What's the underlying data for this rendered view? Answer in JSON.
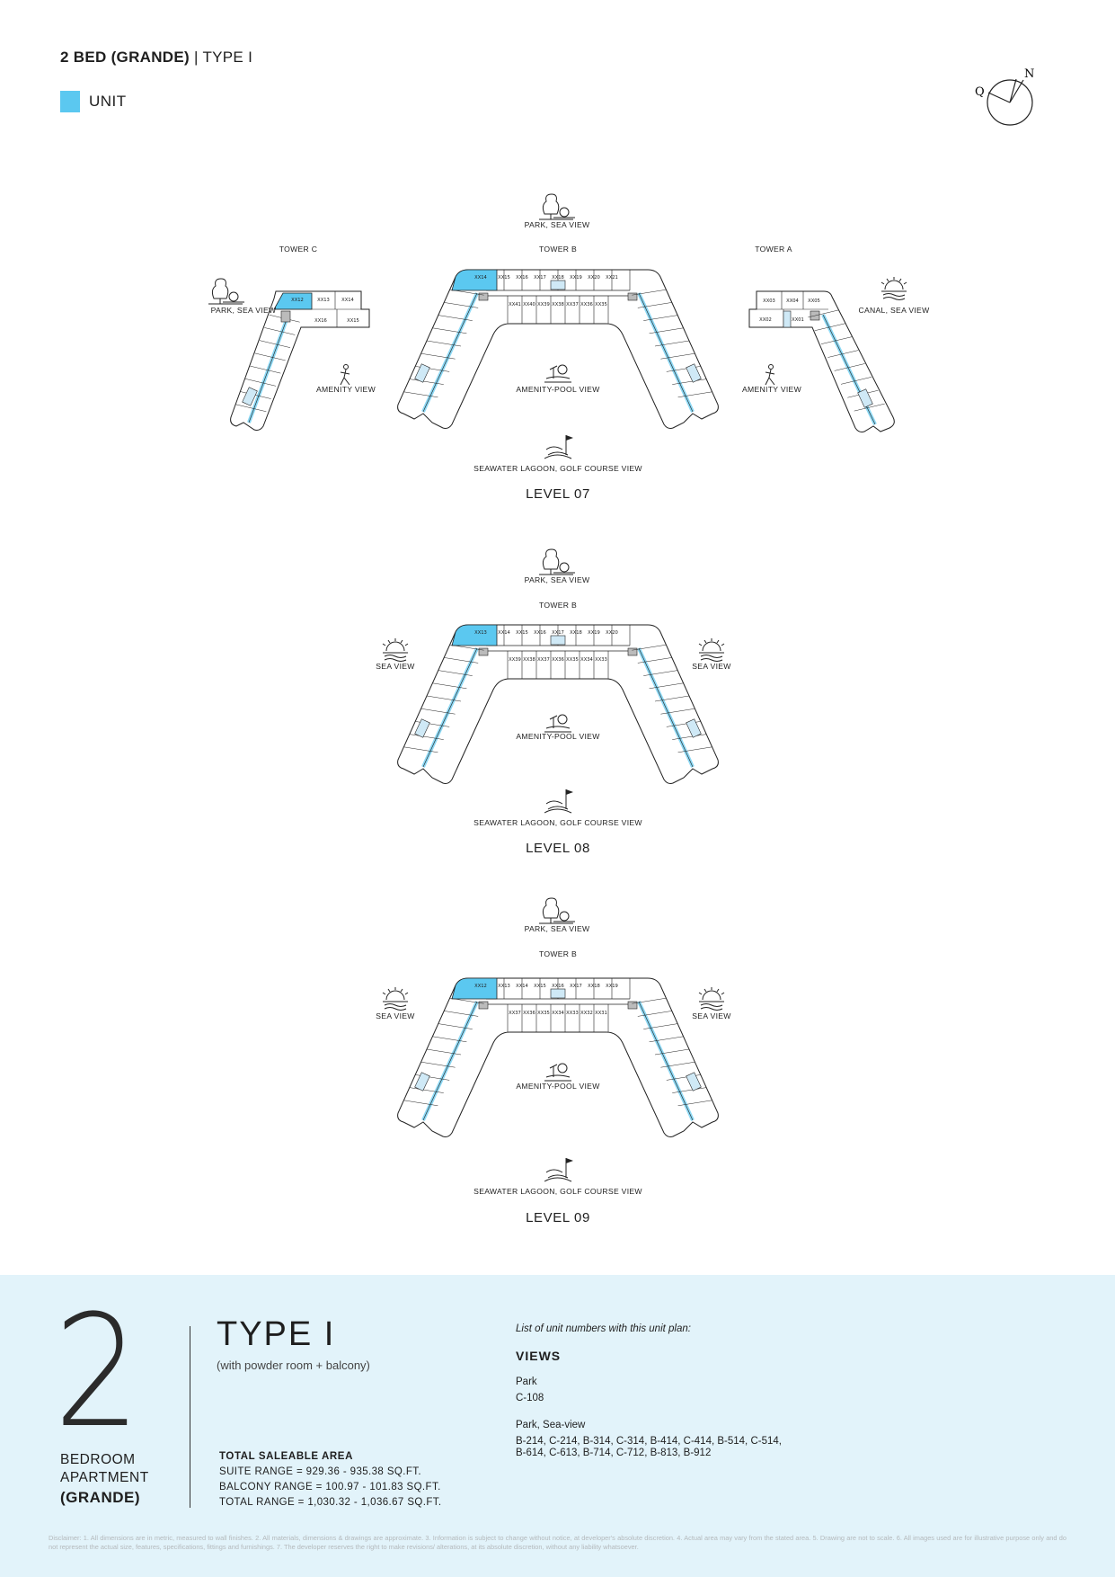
{
  "header": {
    "title_bold": "2 BED (GRANDE)",
    "title_sep": " | ",
    "title_type": "TYPE I",
    "legend_label": "UNIT",
    "legend_color": "#5bc8f0",
    "compass_q": "Q",
    "compass_n": "N"
  },
  "plans": {
    "l07": {
      "top_view": "PARK, SEA VIEW",
      "tower_c": "TOWER C",
      "tower_b": "TOWER B",
      "tower_a": "TOWER A",
      "left_view": "PARK, SEA VIEW",
      "right_view": "CANAL, SEA VIEW",
      "amenity_left": "AMENITY VIEW",
      "amenity_center": "AMENITY-POOL VIEW",
      "amenity_right": "AMENITY VIEW",
      "bottom_view": "SEAWATER LAGOON, GOLF COURSE VIEW",
      "title": "LEVEL 07"
    },
    "l08": {
      "top_view": "PARK, SEA VIEW",
      "tower": "TOWER B",
      "left_view": "SEA VIEW",
      "right_view": "SEA VIEW",
      "amenity": "AMENITY-POOL VIEW",
      "bottom_view": "SEAWATER LAGOON, GOLF COURSE VIEW",
      "title": "LEVEL 08"
    },
    "l09": {
      "top_view": "PARK, SEA VIEW",
      "tower": "TOWER B",
      "left_view": "SEA VIEW",
      "right_view": "SEA VIEW",
      "amenity": "AMENITY-POOL VIEW",
      "bottom_view": "SEAWATER LAGOON, GOLF COURSE VIEW",
      "title": "LEVEL 09"
    },
    "units": {
      "l07b_top": [
        "XX14",
        "XX15",
        "XX16",
        "XX17",
        "XX18",
        "XX19",
        "XX20",
        "XX21"
      ],
      "l07b_inner": [
        "XX41",
        "XX40",
        "XX39",
        "XX38",
        "XX37",
        "XX36",
        "XX35"
      ],
      "l07c": [
        "XX12",
        "XX13",
        "XX14",
        "XX15",
        "XX16"
      ],
      "l07a": [
        "XX03",
        "XX04",
        "XX05",
        "XX02",
        "XX01"
      ],
      "l08b_top": [
        "XX13",
        "XX14",
        "XX15",
        "XX16",
        "XX17",
        "XX18",
        "XX19",
        "XX20"
      ],
      "l08b_inner": [
        "XX39",
        "XX38",
        "XX37",
        "XX36",
        "XX35",
        "XX34",
        "XX33"
      ],
      "l09b_top": [
        "XX12",
        "XX13",
        "XX14",
        "XX15",
        "XX16",
        "XX17",
        "XX18",
        "XX19"
      ],
      "l09b_inner": [
        "XX37",
        "XX36",
        "XX35",
        "XX34",
        "XX33",
        "XX32",
        "XX31"
      ]
    }
  },
  "footer": {
    "big_number": "2",
    "bedroom": "BEDROOM",
    "apartment": "APARTMENT",
    "grande": "(GRANDE)",
    "type_title": "TYPE I",
    "type_sub": "(with powder room + balcony)",
    "area_heading": "TOTAL SALEABLE AREA",
    "suite_range": "SUITE RANGE = 929.36 - 935.38 SQ.FT.",
    "balcony_range": "BALCONY RANGE = 100.97 - 101.83 SQ.FT.",
    "total_range": "TOTAL RANGE = 1,030.32 - 1,036.67 SQ.FT.",
    "list_intro": "List of unit numbers with this unit plan:",
    "views_heading": "VIEWS",
    "view1_name": "Park",
    "view1_units": "C-108",
    "view2_name": "Park, Sea-view",
    "view2_units": "B-214, C-214, B-314, C-314, B-414, C-414, B-514, C-514, B-614, C-613, B-714, C-712, B-813, B-912",
    "disclaimer": "Disclaimer: 1. All dimensions are in metric, measured to wall finishes. 2. All materials, dimensions & drawings are approximate. 3. Information is subject to change without notice, at developer's absolute discretion. 4. Actual area may vary from the stated area. 5. Drawing are not to scale. 6. All images used are for illustrative purpose only and do not represent the actual size, features, specifications, fittings and furnishings. 7. The developer reserves the right to make revisions/ alterations, at its absolute discretion, without any liability whatsoever."
  }
}
